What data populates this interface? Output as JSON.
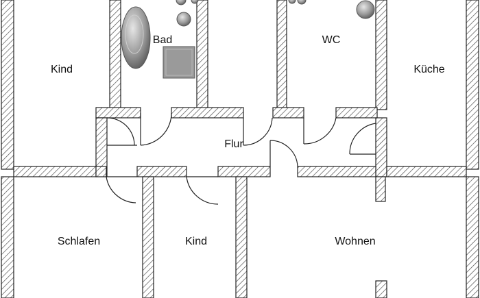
{
  "rooms": {
    "kind_top": "Kind",
    "bad": "Bad",
    "wc": "WC",
    "kueche": "Küche",
    "flur": "Flur",
    "schlafen": "Schlafen",
    "kind_bottom": "Kind",
    "wohnen": "Wohnen"
  },
  "colors": {
    "wall_line": "#222222",
    "hatch": "#444444",
    "fixture": "#8c8c8c",
    "background": "#ffffff"
  }
}
